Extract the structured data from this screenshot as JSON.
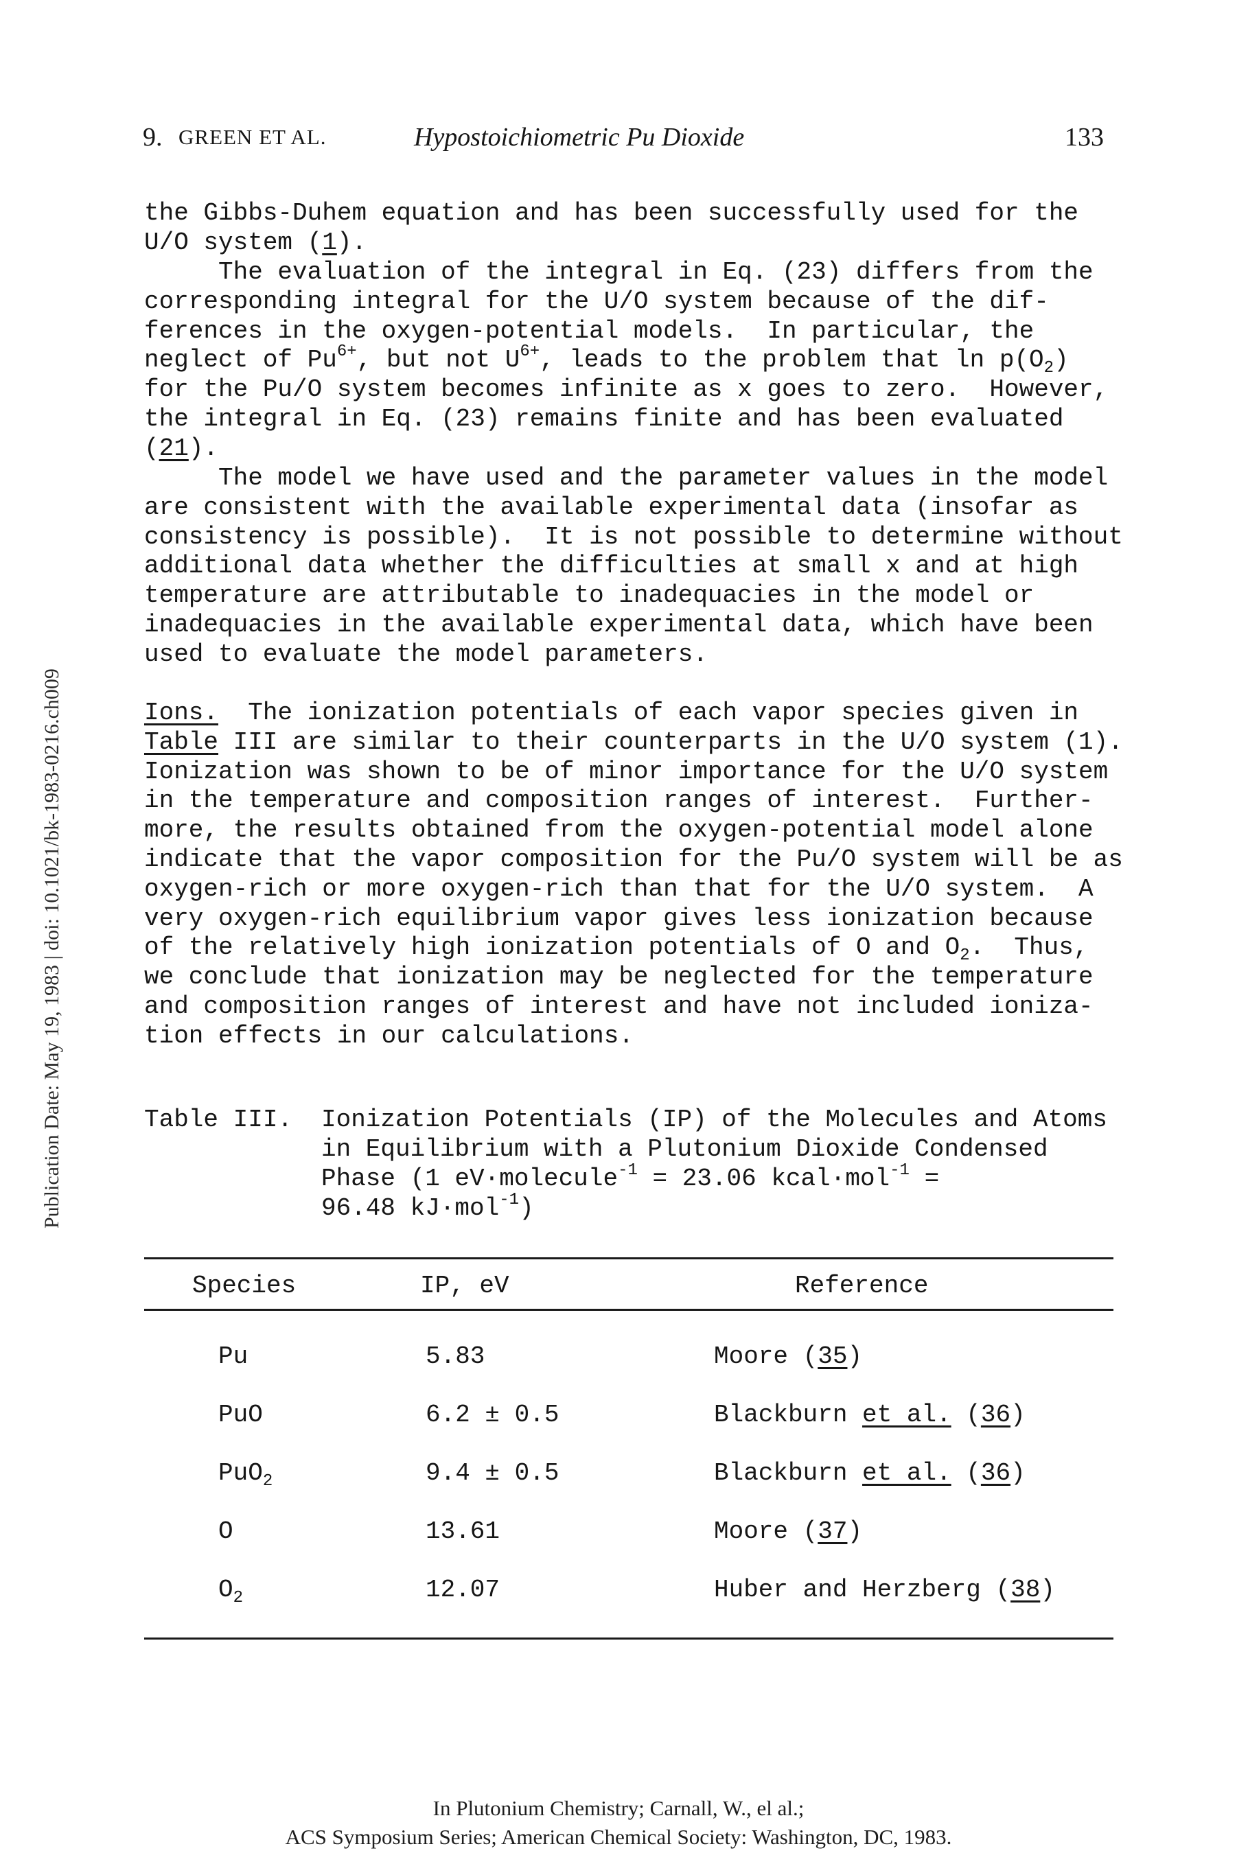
{
  "header": {
    "chapter": "9.",
    "authors": "GREEN ET AL.",
    "title": "Hypostoichiometric Pu Dioxide",
    "page_number": "133"
  },
  "side_stamp": "Publication Date: May 19, 1983 | doi: 10.1021/bk-1983-0216.ch009",
  "body": {
    "p1_l1": "the Gibbs-Duhem equation and has been successfully used for the",
    "p1_l2a": "U/O system (",
    "p1_l2_ref": "1",
    "p1_l2b": ").",
    "p2_l1": "     The evaluation of the integral in Eq. (23) differs from the",
    "p2_l2": "corresponding integral for the U/O system because of the dif-",
    "p2_l3": "ferences in the oxygen-potential models.  In particular, the",
    "p2_l4a": "neglect of Pu",
    "p2_l4_sup1": "6+",
    "p2_l4b": ", but not U",
    "p2_l4_sup2": "6+",
    "p2_l4c": ", leads to the problem that ln p(O",
    "p2_l4_sub": "2",
    "p2_l4d": ")",
    "p2_l5": "for the Pu/O system becomes infinite as x goes to zero.  However,",
    "p2_l6": "the integral in Eq. (23) remains finite and has been evaluated",
    "p2_l7a": "(",
    "p2_l7_ref": "21",
    "p2_l7b": ").",
    "p3_l1": "     The model we have used and the parameter values in the model",
    "p3_l2": "are consistent with the available experimental data (insofar as",
    "p3_l3": "consistency is possible).  It is not possible to determine without",
    "p3_l4": "additional data whether the difficulties at small x and at high",
    "p3_l5": "temperature are attributable to inadequacies in the model or",
    "p3_l6": "inadequacies in the available experimental data, which have been",
    "p3_l7": "used to evaluate the model parameters.",
    "p4_heading": "Ions.",
    "p4_l1": "  The ionization potentials of each vapor species given in",
    "p4_l2a": "Table",
    "p4_l2b": " III are similar to their counterparts in the U/O system (1).",
    "p4_l3": "Ionization was shown to be of minor importance for the U/O system",
    "p4_l4": "in the temperature and composition ranges of interest.  Further-",
    "p4_l5": "more, the results obtained from the oxygen-potential model alone",
    "p4_l6": "indicate that the vapor composition for the Pu/O system will be as",
    "p4_l7": "oxygen-rich or more oxygen-rich than that for the U/O system.  A",
    "p4_l8": "very oxygen-rich equilibrium vapor gives less ionization because",
    "p4_l9a": "of the relatively high ionization potentials of O and O",
    "p4_l9_sub": "2",
    "p4_l9b": ".  Thus,",
    "p4_l10": "we conclude that ionization may be neglected for the temperature",
    "p4_l11": "and composition ranges of interest and have not included ioniza-",
    "p4_l12": "tion effects in our calculations."
  },
  "table": {
    "label": "Table III.",
    "caption_l1": "Ionization Potentials (IP) of the Molecules and Atoms",
    "caption_l2": "in Equilibrium with a Plutonium Dioxide Condensed",
    "caption_l3a": "Phase (1 eV·molecule",
    "caption_l3_sup1": "-1",
    "caption_l3b": " = 23.06 kcal·mol",
    "caption_l3_sup2": "-1",
    "caption_l3c": " =",
    "caption_l4a": "96.48 kJ·mol",
    "caption_l4_sup": "-1",
    "caption_l4b": ")",
    "headers": {
      "species": "Species",
      "ip": "IP, eV",
      "reference": "Reference"
    },
    "rows": [
      {
        "species": "Pu",
        "species_sub": "",
        "ip": "5.83",
        "ref_pre": "Moore",
        "ref_etal": "",
        "ref_mid": " (",
        "ref_num": "35",
        "ref_post": ")"
      },
      {
        "species": "PuO",
        "species_sub": "",
        "ip": "6.2 ± 0.5",
        "ref_pre": "Blackburn ",
        "ref_etal": "et al.",
        "ref_mid": " (",
        "ref_num": "36",
        "ref_post": ")"
      },
      {
        "species": "PuO",
        "species_sub": "2",
        "ip": "9.4 ± 0.5",
        "ref_pre": "Blackburn ",
        "ref_etal": "et al.",
        "ref_mid": " (",
        "ref_num": "36",
        "ref_post": ")"
      },
      {
        "species": "O",
        "species_sub": "",
        "ip": "13.61",
        "ref_pre": "Moore",
        "ref_etal": "",
        "ref_mid": " (",
        "ref_num": "37",
        "ref_post": ")"
      },
      {
        "species": "O",
        "species_sub": "2",
        "ip": "12.07",
        "ref_pre": "Huber and Herzberg",
        "ref_etal": "",
        "ref_mid": " (",
        "ref_num": "38",
        "ref_post": ")"
      }
    ]
  },
  "footer": {
    "line1": "In Plutonium Chemistry; Carnall, W., el al.;",
    "line2": "ACS Symposium Series; American Chemical Society: Washington, DC, 1983."
  }
}
